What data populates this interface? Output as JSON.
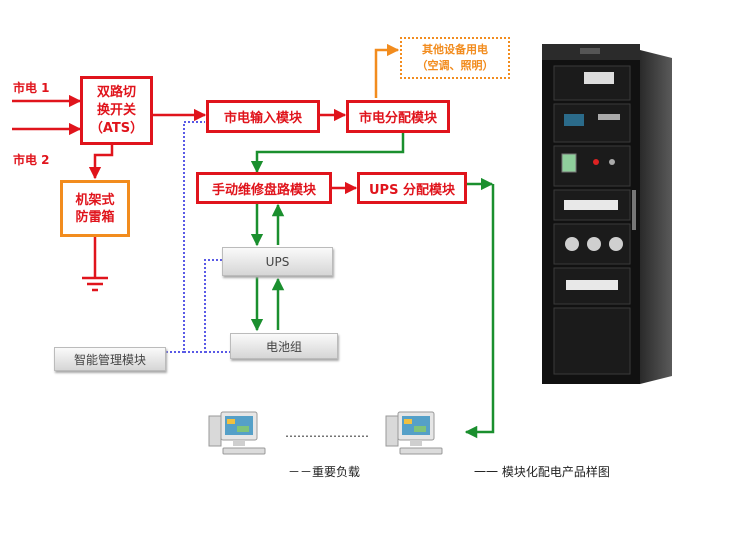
{
  "inputs": {
    "mains1": "市电 1",
    "mains2": "市电 2"
  },
  "modules": {
    "ats_line1": "双路切",
    "ats_line2": "换开关",
    "ats_line3": "（ATS）",
    "arrester_line1": "机架式",
    "arrester_line2": "防雷箱",
    "mains_input": "市电输入模块",
    "mains_distribution": "市电分配模块",
    "other_equipment_line1": "其他设备用电",
    "other_equipment_line2": "（空调、照明）",
    "manual_bypass": "手动维修盘路模块",
    "ups_distribution": "UPS 分配模块",
    "ups": "UPS",
    "battery": "电池组",
    "management": "智能管理模块"
  },
  "captions": {
    "dots": "…………………",
    "important_load": "－－重要负载",
    "product_sample": "一一  模块化配电产品样图"
  },
  "colors": {
    "red": "#e0141c",
    "orange": "#f28c1e",
    "green": "#1a8f2e",
    "blue_dotted": "#5a5ae6"
  }
}
